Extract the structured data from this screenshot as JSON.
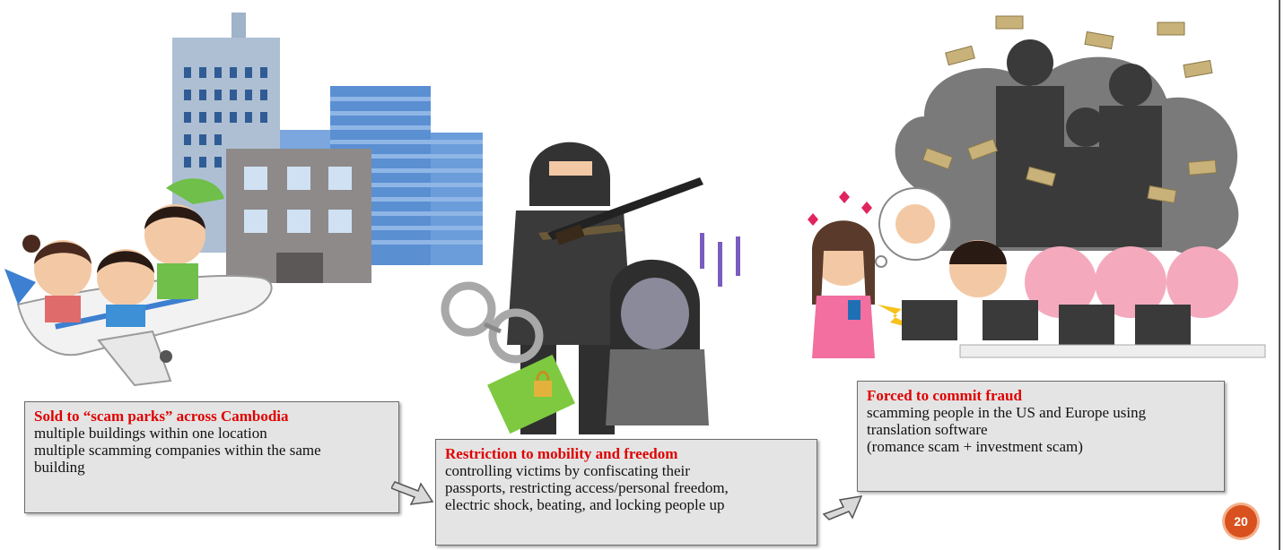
{
  "steps": [
    {
      "title": "Sold to “scam parks” across Cambodia",
      "lines": [
        "multiple buildings within one location",
        "multiple scamming companies within the same",
        "building"
      ]
    },
    {
      "title": "Restriction to mobility and freedom",
      "lines": [
        "controlling victims by confiscating their",
        "passports, restricting access/personal freedom,",
        "electric shock, beating, and locking people up"
      ]
    },
    {
      "title": "Forced to commit fraud",
      "lines": [
        "scamming people in the US and Europe using",
        "translation software",
        "(romance scam + investment scam)"
      ]
    }
  ],
  "page_number": "20"
}
